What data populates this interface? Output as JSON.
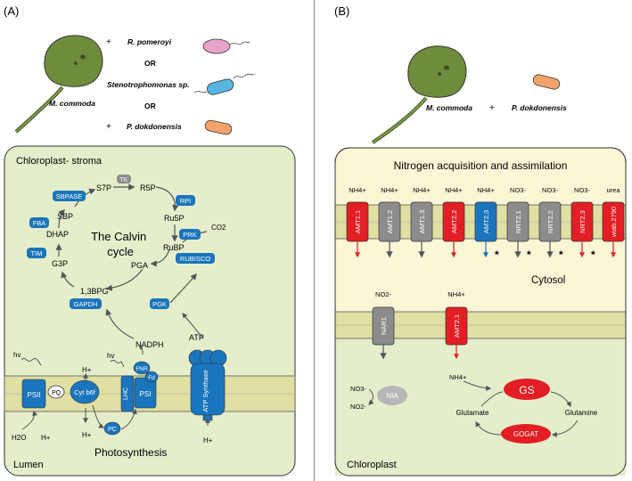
{
  "panel_a": {
    "label": "(A)",
    "plus_signs": [
      "+",
      "+"
    ],
    "organisms": [
      {
        "name": "R. pomeroyi"
      },
      {
        "name": "Stenotrophomonas sp."
      },
      {
        "name": "P. dokdonensis"
      }
    ],
    "or_labels": [
      "OR",
      "OR"
    ],
    "host": "M. commoda",
    "chloroplast_title": "Chloroplast- stroma",
    "calvin_title": "The Calvin cycle",
    "calvin_line1": "The Calvin",
    "calvin_line2": "cycle",
    "metabolites": {
      "s7p": "S7P",
      "r5p": "R5P",
      "ru5p": "Ru5P",
      "rubp": "RuBP",
      "pga": "PGA",
      "bpg": "1,3BPG",
      "g3p": "G3P",
      "dhap": "DHAP",
      "sbp": "SBP",
      "co2": "CO2",
      "nadph": "NADPH",
      "atp": "ATP"
    },
    "enzymes": {
      "tk": "TK",
      "sbpase": "SBPASE",
      "rpi": "RPI",
      "prk": "PRK",
      "rubisco": "RUBISCO",
      "pgk": "PGK",
      "gapdh": "GAPDH",
      "tim": "TIM",
      "fba": "FBA"
    },
    "membrane": {
      "psii": "PSII",
      "pq": "PQ",
      "cytb6f": "Cyt b6f",
      "lhc": "LHC",
      "psi": "PSI",
      "fnr": "FNR",
      "fd": "Fd",
      "pc": "PC",
      "atp_synthase": "ATP Synthase"
    },
    "light": [
      "hv",
      "hv"
    ],
    "water": "H2O",
    "protons": [
      "H+",
      "H+",
      "H+",
      "H+"
    ],
    "photosynthesis": "Photosynthesis",
    "lumen": "Lumen"
  },
  "panel_b": {
    "label": "(B)",
    "host": "M. commoda",
    "plus": "+",
    "partner": "P. dokdonensis",
    "title": "Nitrogen acquisition and assimilation",
    "transporters": [
      {
        "name": "AMT1.1",
        "substrate": "NH4+",
        "color": "#e31e24",
        "star": ""
      },
      {
        "name": "AMT1.2",
        "substrate": "NH4+",
        "color": "#8c8c8c",
        "star": ""
      },
      {
        "name": "AMT1.3",
        "substrate": "NH4+",
        "color": "#8c8c8c",
        "star": ""
      },
      {
        "name": "AMT2.2",
        "substrate": "NH4+",
        "color": "#e31e24",
        "star": ""
      },
      {
        "name": "AMT2.3",
        "substrate": "NH4+",
        "color": "#1b75bc",
        "star": "*"
      },
      {
        "name": "NRT2.1",
        "substrate": "NO3-",
        "color": "#8c8c8c",
        "star": "*"
      },
      {
        "name": "NRT2.2",
        "substrate": "NO3-",
        "color": "#8c8c8c",
        "star": "*"
      },
      {
        "name": "NRT2.3",
        "substrate": "NO3-",
        "color": "#e31e24",
        "star": "*"
      },
      {
        "name": "wiab.2790",
        "substrate": "urea",
        "color": "#e31e24",
        "star": ""
      }
    ],
    "cytosol": "Cytosol",
    "inner_transporters": [
      {
        "name": "NAR1",
        "substrate": "NO2-",
        "color": "#8c8c8c"
      },
      {
        "name": "AMT2.1",
        "substrate": "NH4+",
        "color": "#e31e24"
      }
    ],
    "nia": "NIA",
    "no3": "NO3-",
    "no2": "NO2-",
    "nh4": "NH4+",
    "gs": "GS",
    "gogat": "GOGAT",
    "glutamate": "Glutamate",
    "glutamine": "Glutamine",
    "chloroplast": "Chloroplast"
  },
  "colors": {
    "enzyme_blue": "#1b75bc",
    "up_red": "#e31e24",
    "unchanged_gray": "#8c8c8c",
    "chloroplast_fill": "#e5eecb",
    "cytosol_fill": "#fbf6d6",
    "membrane_fill": "#e0dfa4"
  }
}
